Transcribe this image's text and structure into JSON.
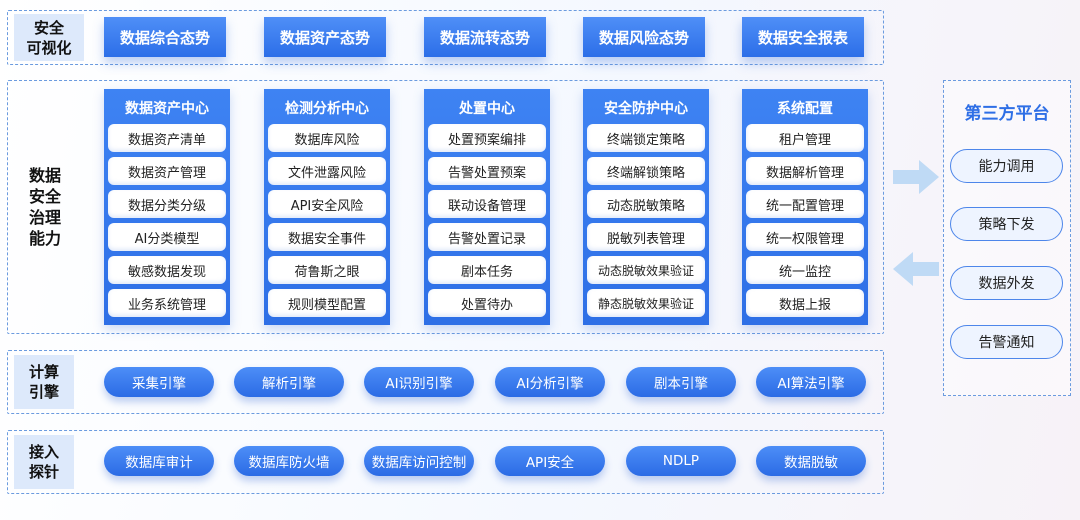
{
  "rows": {
    "visualization": {
      "label": "安全\n可视化",
      "buttons": [
        "数据综合态势",
        "数据资产态势",
        "数据流转态势",
        "数据风险态势",
        "数据安全报表"
      ]
    },
    "governance": {
      "label": "数据\n安全\n治理\n能力",
      "columns": [
        {
          "title": "数据资产中心",
          "items": [
            "数据资产清单",
            "数据资产管理",
            "数据分类分级",
            "AI分类模型",
            "敏感数据发现",
            "业务系统管理"
          ]
        },
        {
          "title": "检测分析中心",
          "items": [
            "数据库风险",
            "文件泄露风险",
            "API安全风险",
            "数据安全事件",
            "荷鲁斯之眼",
            "规则模型配置"
          ]
        },
        {
          "title": "处置中心",
          "items": [
            "处置预案编排",
            "告警处置预案",
            "联动设备管理",
            "告警处置记录",
            "剧本任务",
            "处置待办"
          ]
        },
        {
          "title": "安全防护中心",
          "items": [
            "终端锁定策略",
            "终端解锁策略",
            "动态脱敏策略",
            "脱敏列表管理",
            "动态脱敏效果验证",
            "静态脱敏效果验证"
          ]
        },
        {
          "title": "系统配置",
          "items": [
            "租户管理",
            "数据解析管理",
            "统一配置管理",
            "统一权限管理",
            "统一监控",
            "数据上报"
          ]
        }
      ]
    },
    "compute": {
      "label": "计算\n引擎",
      "pills": [
        "采集引擎",
        "解析引擎",
        "AI识别引擎",
        "AI分析引擎",
        "剧本引擎",
        "AI算法引擎"
      ]
    },
    "probe": {
      "label": "接入\n探针",
      "pills": [
        "数据库审计",
        "数据库防火墙",
        "数据库访问控制",
        "API安全",
        "NDLP",
        "数据脱敏"
      ]
    }
  },
  "third_party": {
    "title": "第三方平台",
    "buttons": [
      "能力调用",
      "策略下发",
      "数据外发",
      "告警通知"
    ]
  },
  "colors": {
    "accent": "#2e6fe6",
    "label_bg": "#dde9fb",
    "dashed_border": "#6b9bdf",
    "arrow": "#bfdaf5"
  }
}
